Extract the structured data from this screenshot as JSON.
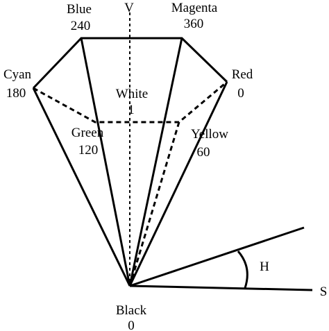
{
  "labels": {
    "v_axis": "V",
    "s_axis": "S",
    "angle": "H",
    "blue": {
      "name": "Blue",
      "value": "240"
    },
    "magenta": {
      "name": "Magenta",
      "value": "360"
    },
    "cyan": {
      "name": "Cyan",
      "value": "180"
    },
    "red": {
      "name": "Red",
      "value": "0"
    },
    "white": {
      "name": "White",
      "value": "1"
    },
    "green": {
      "name": "Green",
      "value": "120"
    },
    "yellow": {
      "name": "Yellow",
      "value": "60"
    },
    "black": {
      "name": "Black",
      "value": "0"
    }
  }
}
